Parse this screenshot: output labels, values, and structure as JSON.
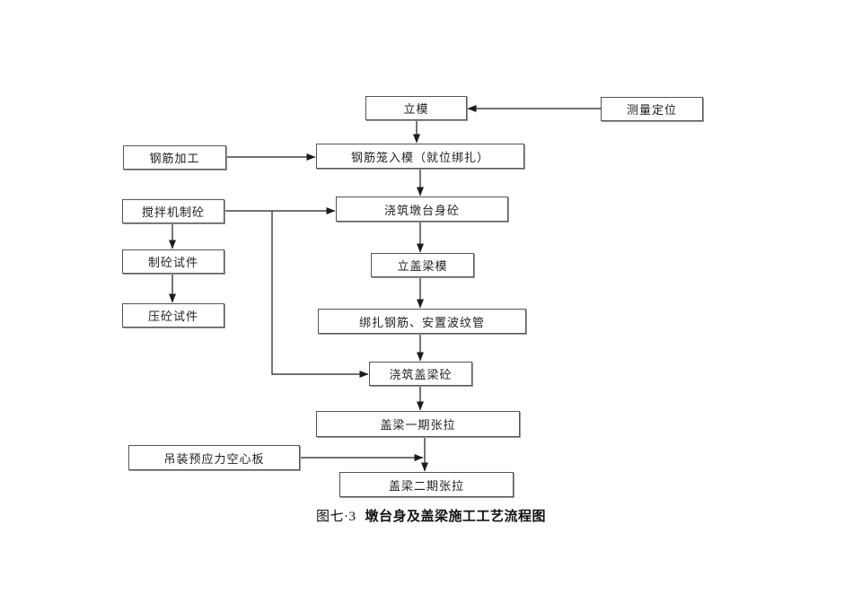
{
  "page": {
    "background": "#ffffff",
    "line_color": "#1c1c1c",
    "box_border_color": "#545454",
    "text_color": "#1f1f1f"
  },
  "caption": {
    "prefix": "图七·3",
    "title": "墩台身及盖梁施工工艺流程图"
  },
  "nodes": [
    {
      "id": "erect-formwork",
      "label": "立模"
    },
    {
      "id": "survey-positioning",
      "label": "测量定位"
    },
    {
      "id": "rebar-fabrication",
      "label": "钢筋加工"
    },
    {
      "id": "rebar-cage-into-form",
      "label": "钢筋笼入模（就位绑扎）"
    },
    {
      "id": "mixer-concrete",
      "label": "搅拌机制砼"
    },
    {
      "id": "pour-pier-body-concrete",
      "label": "浇筑墩台身砼"
    },
    {
      "id": "make-concrete-specimen",
      "label": "制砼试件"
    },
    {
      "id": "press-concrete-specimen",
      "label": "压砼试件"
    },
    {
      "id": "erect-cap-beam-form",
      "label": "立盖梁模"
    },
    {
      "id": "tie-rebar-place-ducts",
      "label": "绑扎钢筋、安置波纹管"
    },
    {
      "id": "pour-cap-beam-concrete",
      "label": "浇筑盖梁砼"
    },
    {
      "id": "cap-beam-first-tension",
      "label": "盖梁一期张拉"
    },
    {
      "id": "hoist-prestressed-slab",
      "label": "吊装预应力空心板"
    },
    {
      "id": "cap-beam-second-tension",
      "label": "盖梁二期张拉"
    }
  ],
  "edges": [
    {
      "from": "erect-formwork",
      "to": "rebar-cage-into-form"
    },
    {
      "from": "survey-positioning",
      "to": "erect-formwork"
    },
    {
      "from": "rebar-fabrication",
      "to": "rebar-cage-into-form"
    },
    {
      "from": "rebar-cage-into-form",
      "to": "pour-pier-body-concrete"
    },
    {
      "from": "mixer-concrete",
      "to": "pour-pier-body-concrete"
    },
    {
      "from": "mixer-concrete",
      "to": "pour-cap-beam-concrete"
    },
    {
      "from": "mixer-concrete",
      "to": "make-concrete-specimen"
    },
    {
      "from": "make-concrete-specimen",
      "to": "press-concrete-specimen"
    },
    {
      "from": "pour-pier-body-concrete",
      "to": "erect-cap-beam-form"
    },
    {
      "from": "erect-cap-beam-form",
      "to": "tie-rebar-place-ducts"
    },
    {
      "from": "tie-rebar-place-ducts",
      "to": "pour-cap-beam-concrete"
    },
    {
      "from": "pour-cap-beam-concrete",
      "to": "cap-beam-first-tension"
    },
    {
      "from": "cap-beam-first-tension",
      "to": "cap-beam-second-tension"
    },
    {
      "from": "hoist-prestressed-slab",
      "to": "cap-beam-second-tension"
    }
  ]
}
